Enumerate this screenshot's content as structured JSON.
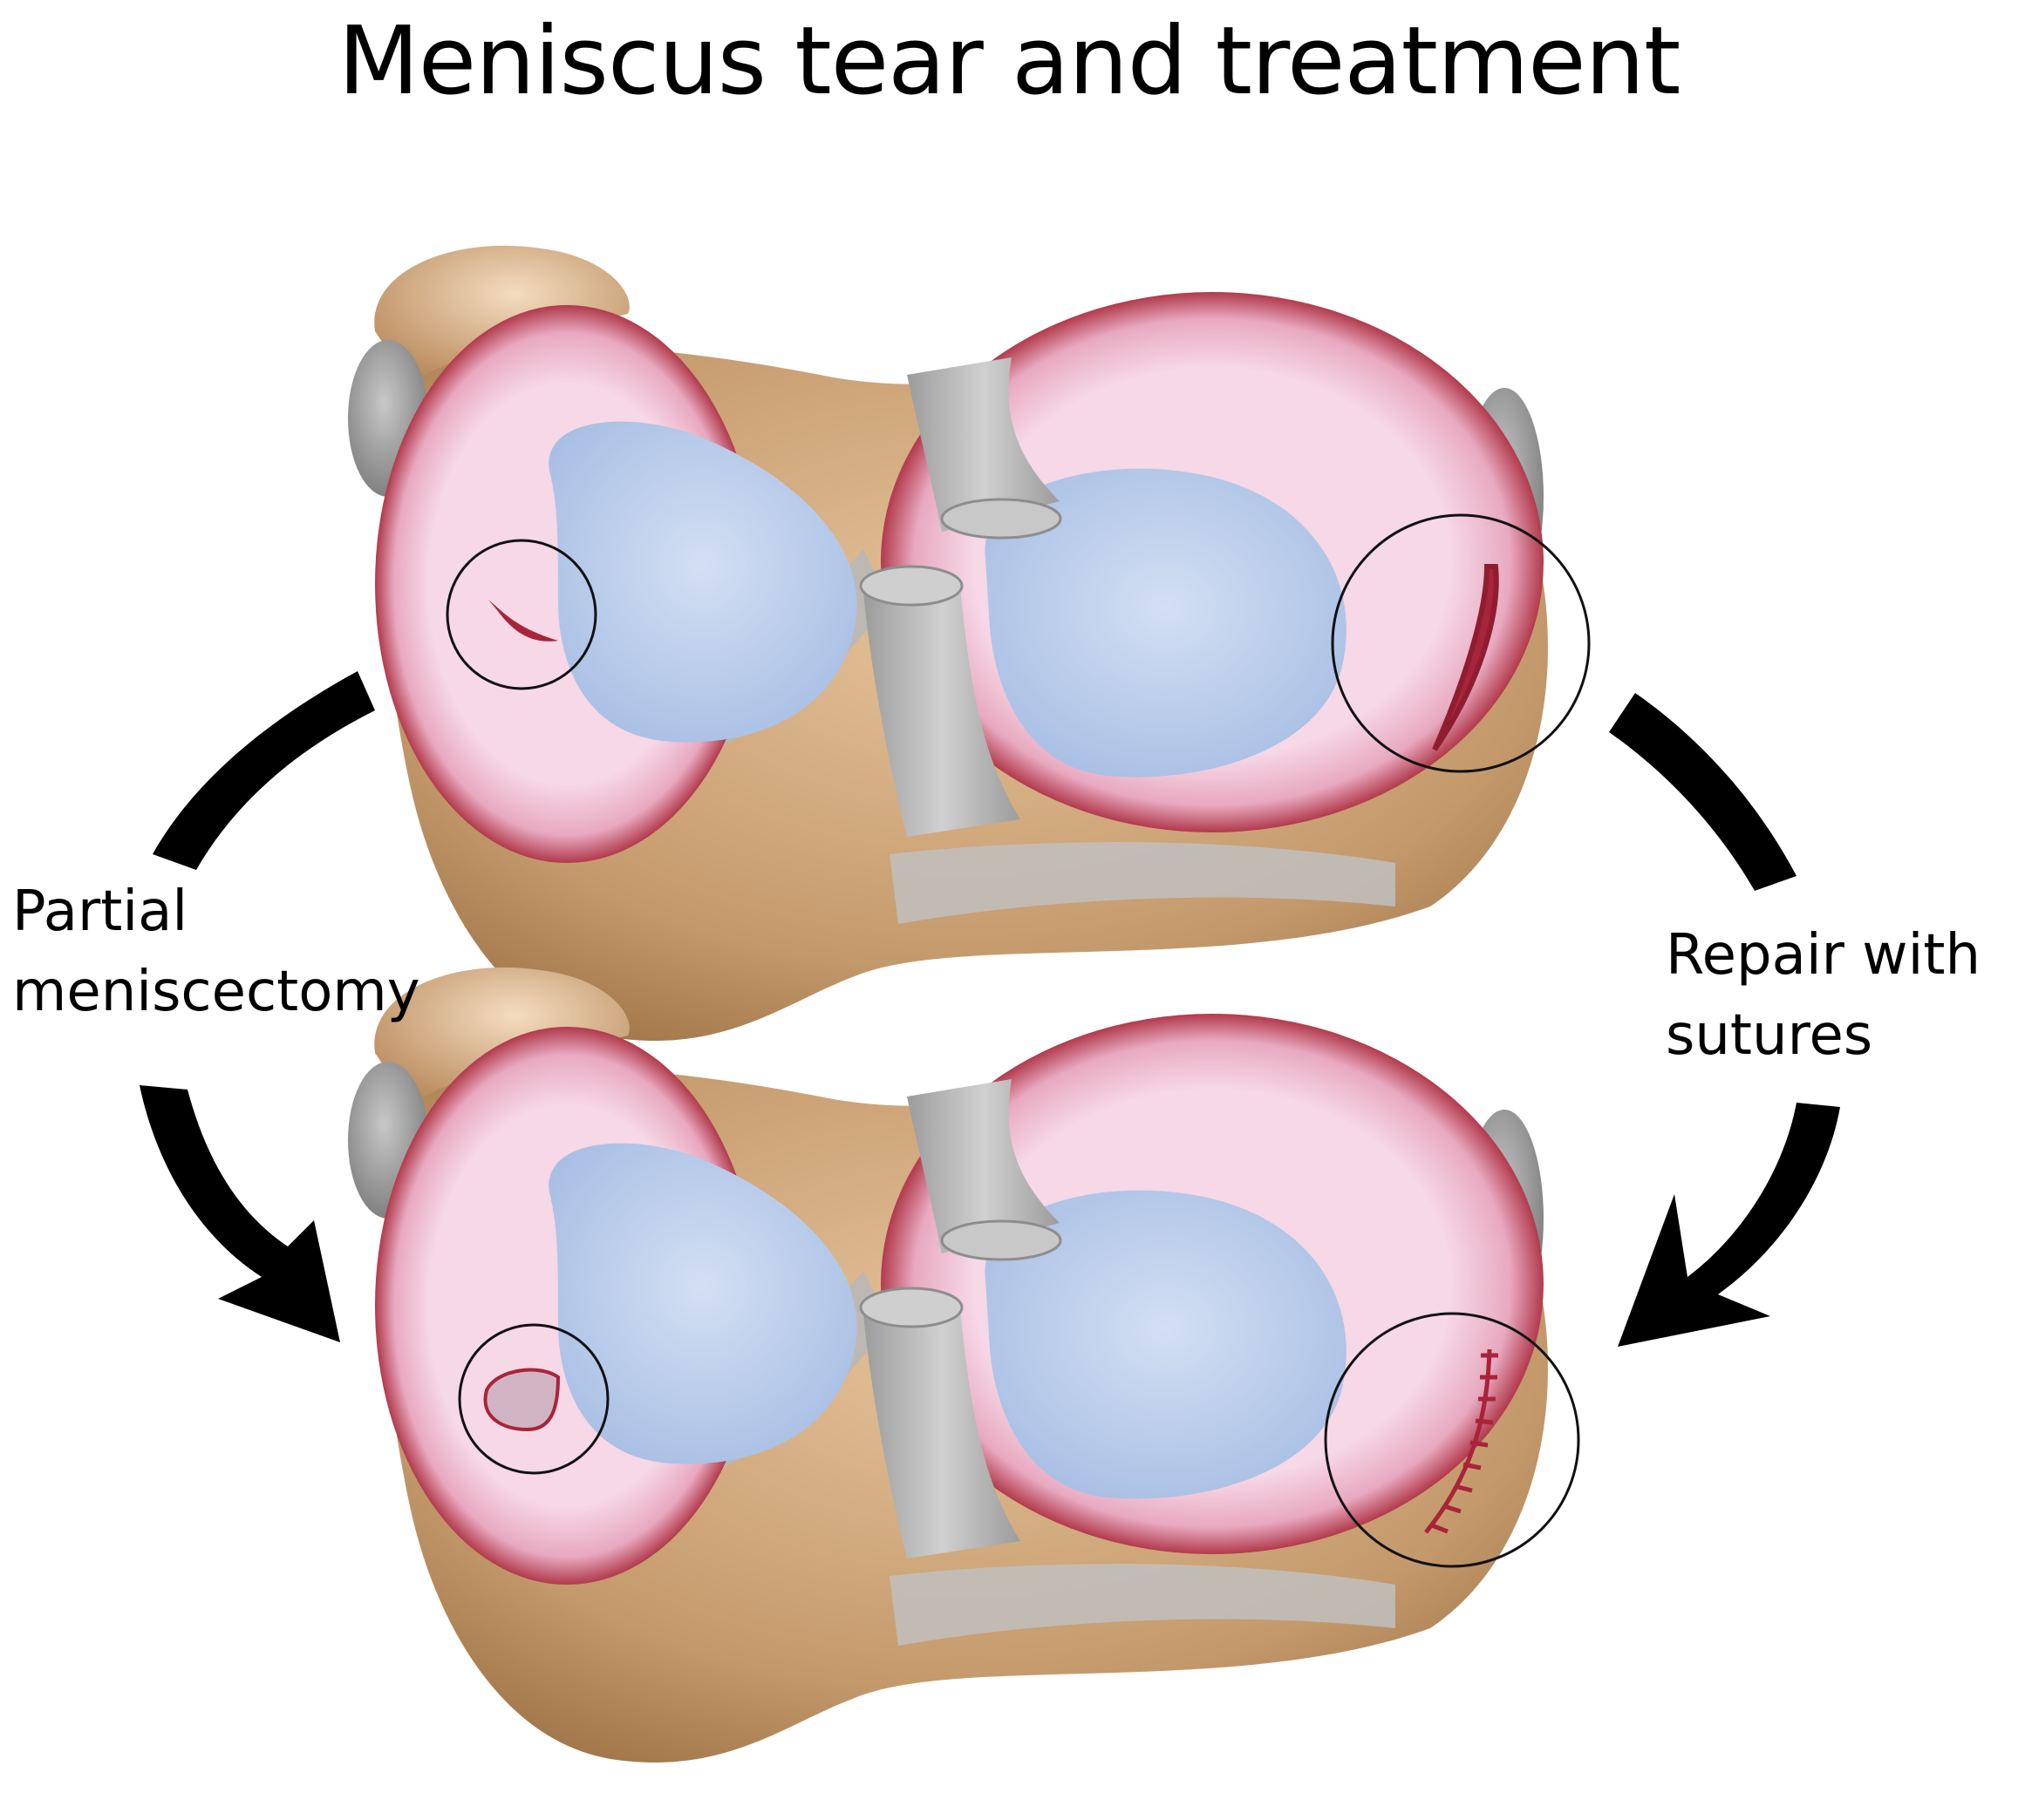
{
  "title": "Meniscus tear and treatment",
  "labels": {
    "left": [
      "Partial",
      "meniscectomy"
    ],
    "right": [
      "Repair with",
      "sutures"
    ]
  },
  "colors": {
    "meniscus": "#f3cfe0",
    "meniscus_rim": "#b23a4c",
    "cartilage": "#b9cbe8",
    "bone": "#c49a6c",
    "ligament": "#b7b7b7",
    "tear": "#a8243a",
    "arrow": "#000000"
  },
  "panels": [
    {
      "state": "torn",
      "left_lesion": "flap-tear",
      "right_lesion": "longitudinal-tear"
    },
    {
      "state": "treated",
      "left_lesion": "trimmed-edge",
      "right_lesion": "sutured-tear"
    }
  ]
}
